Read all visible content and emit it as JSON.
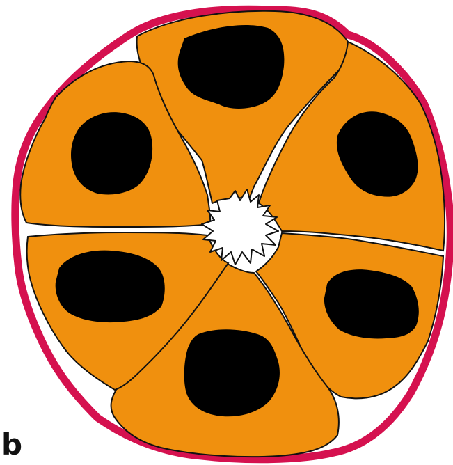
{
  "figure": {
    "panel_label": "b",
    "colors": {
      "membrane": "#D5114F",
      "cytoplasm": "#F0900E",
      "nucleus": "#000000",
      "lumen": "#FFFFFF",
      "outline": "#111111"
    },
    "cell_count": 6,
    "cells": [
      {
        "name": "top"
      },
      {
        "name": "upper-right"
      },
      {
        "name": "lower-right"
      },
      {
        "name": "bottom"
      },
      {
        "name": "lower-left"
      },
      {
        "name": "upper-left"
      }
    ]
  }
}
